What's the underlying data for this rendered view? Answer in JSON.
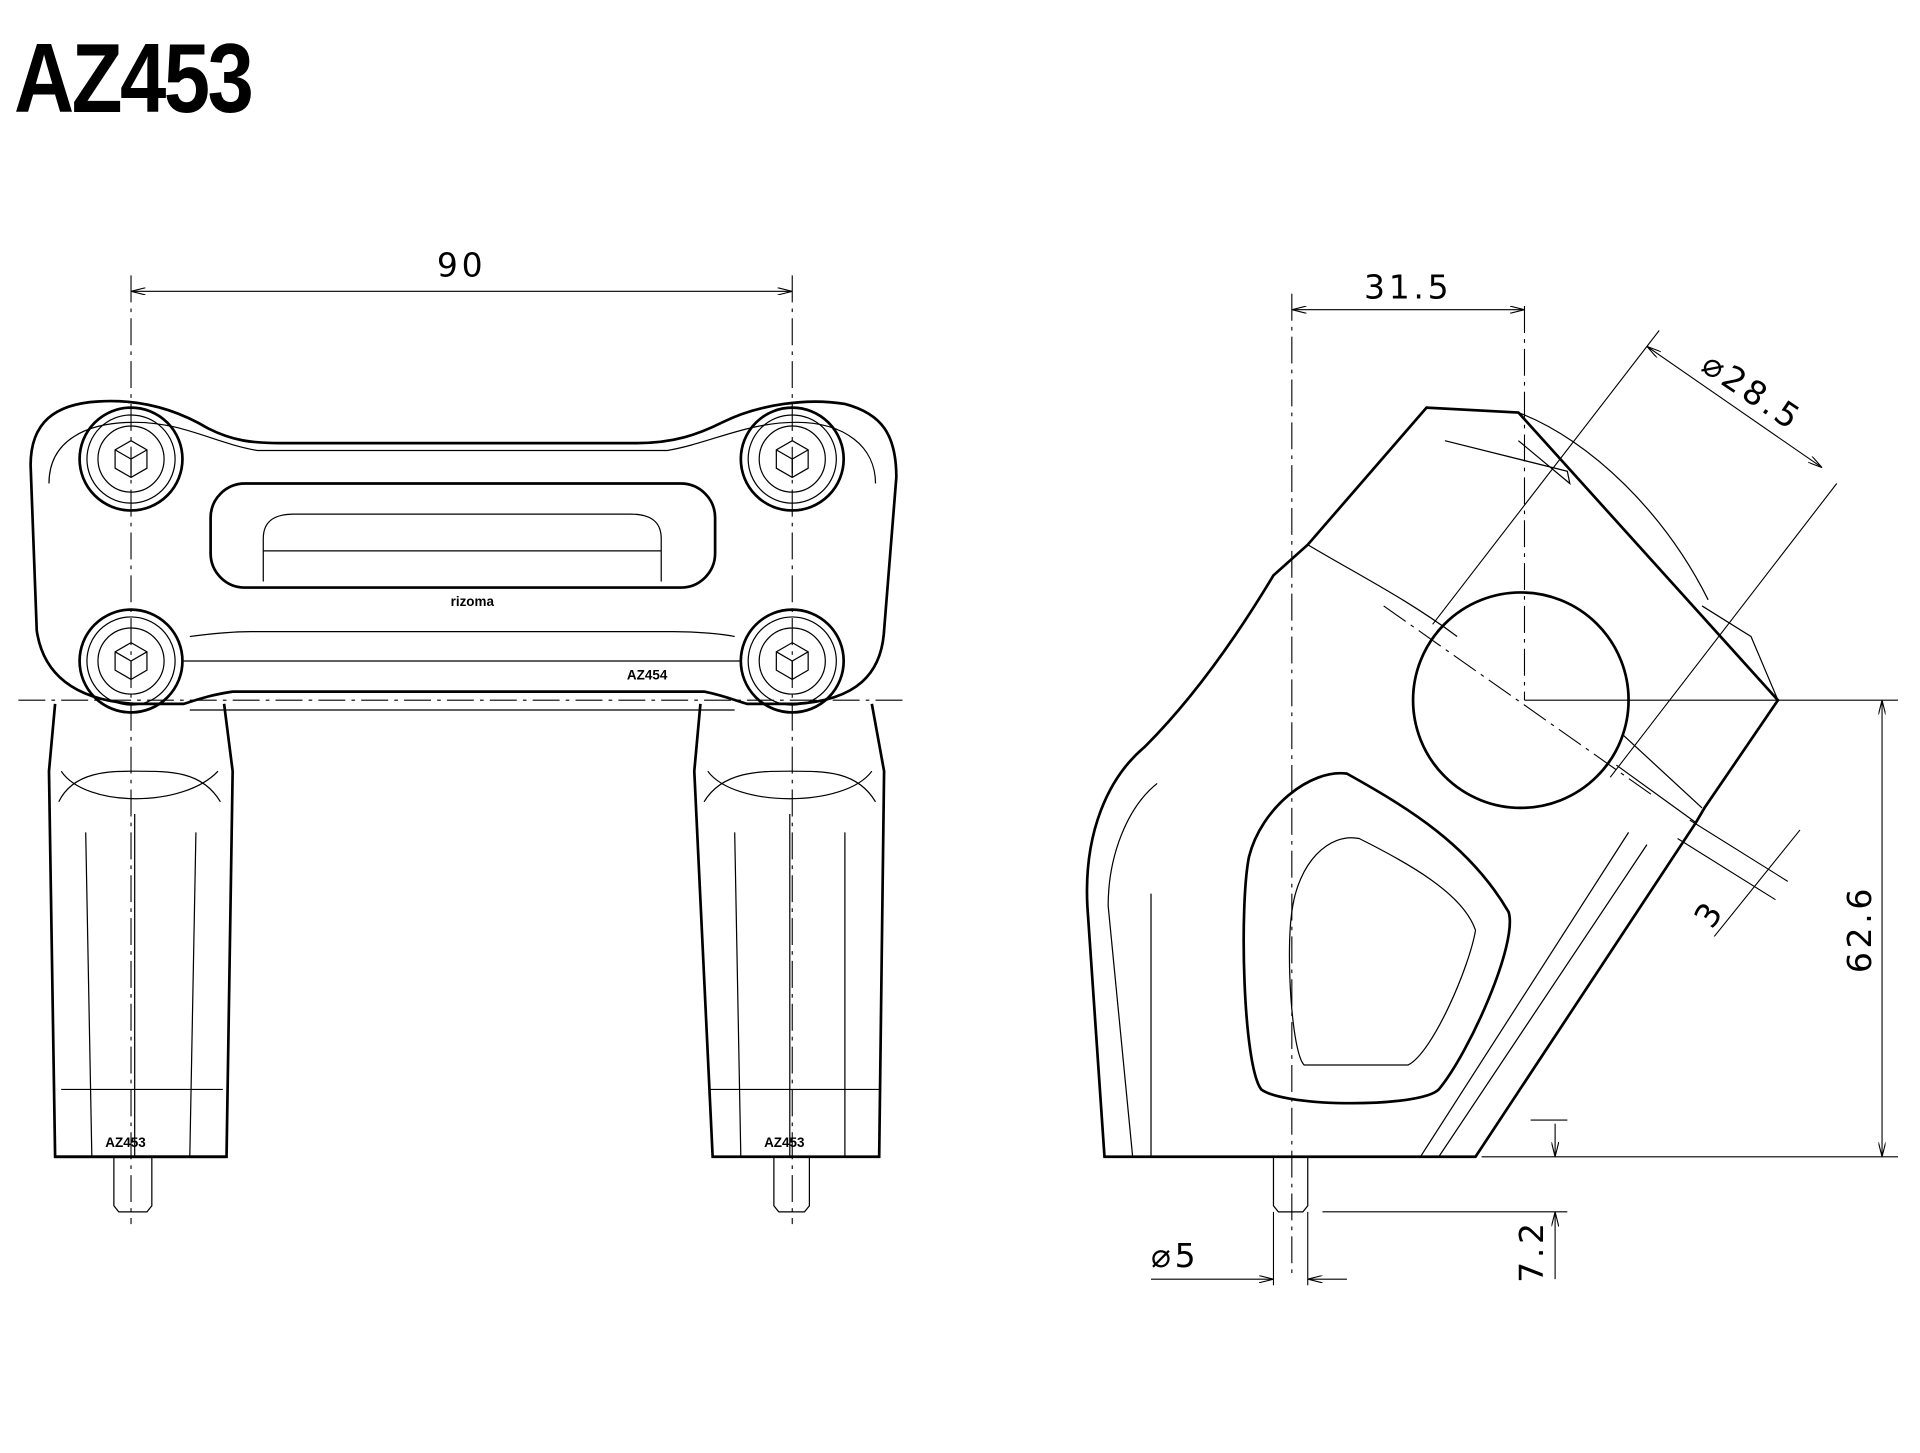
{
  "title": "AZ453",
  "front_view": {
    "dim_width": "90",
    "brand_text": "rizoma",
    "clamp_part_label": "AZ454",
    "leg_labels": [
      "AZ453",
      "AZ453"
    ]
  },
  "side_view": {
    "dim_offset": "31.5",
    "dim_bar_diameter": "⌀28.5",
    "dim_gap": "3",
    "dim_height": "62.6",
    "dim_pin_diameter": "⌀5",
    "dim_pin_length": "7.2"
  },
  "colors": {
    "line": "#000000",
    "background": "#ffffff"
  }
}
